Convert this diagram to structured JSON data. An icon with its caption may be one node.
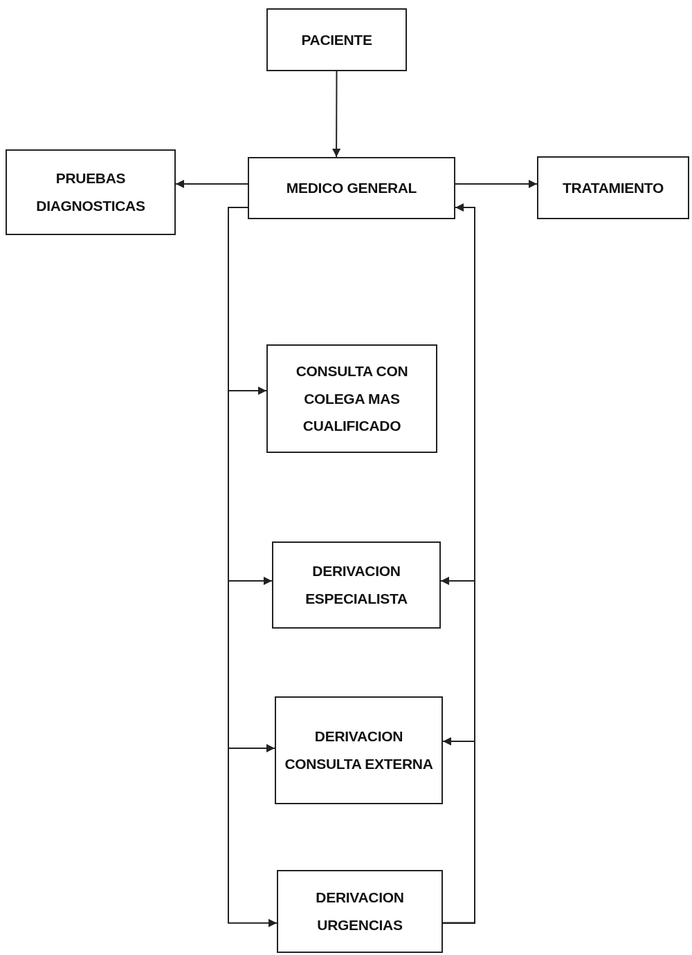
{
  "diagram": {
    "nodes": [
      {
        "text": [
          "PACIENTE"
        ]
      },
      {
        "text": [
          "MEDICO GENERAL"
        ]
      },
      {
        "text": [
          "PRUEBAS DIAGNOSTICAS"
        ]
      },
      {
        "text": [
          "TRATAMIENTO"
        ]
      },
      {
        "text": [
          "CONSULTA CON COLEGA MAS CUALIFICADO"
        ]
      },
      {
        "text": [
          "DERIVACION ESPECIALISTA"
        ]
      },
      {
        "text": [
          "DERIVACION CONSULTA EXTERNA"
        ]
      },
      {
        "text": [
          "DERIVACION URGENCIAS"
        ]
      }
    ],
    "edges": [
      {
        "from": 0,
        "to": 1,
        "arrow": "to"
      },
      {
        "from": 1,
        "to": 2,
        "arrow": "to"
      },
      {
        "from": 1,
        "to": 3,
        "arrow": "to"
      },
      {
        "from": 1,
        "to": 4,
        "arrow": "to"
      },
      {
        "from": 1,
        "to": 5,
        "arrow": "to"
      },
      {
        "from": 1,
        "to": 6,
        "arrow": "to"
      },
      {
        "from": 1,
        "to": 7,
        "arrow": "to"
      },
      {
        "from": 7,
        "to": 1,
        "arrow": "to"
      },
      {
        "from": 7,
        "to": 5,
        "arrow": "to"
      },
      {
        "from": 7,
        "to": 6,
        "arrow": "to"
      }
    ]
  }
}
